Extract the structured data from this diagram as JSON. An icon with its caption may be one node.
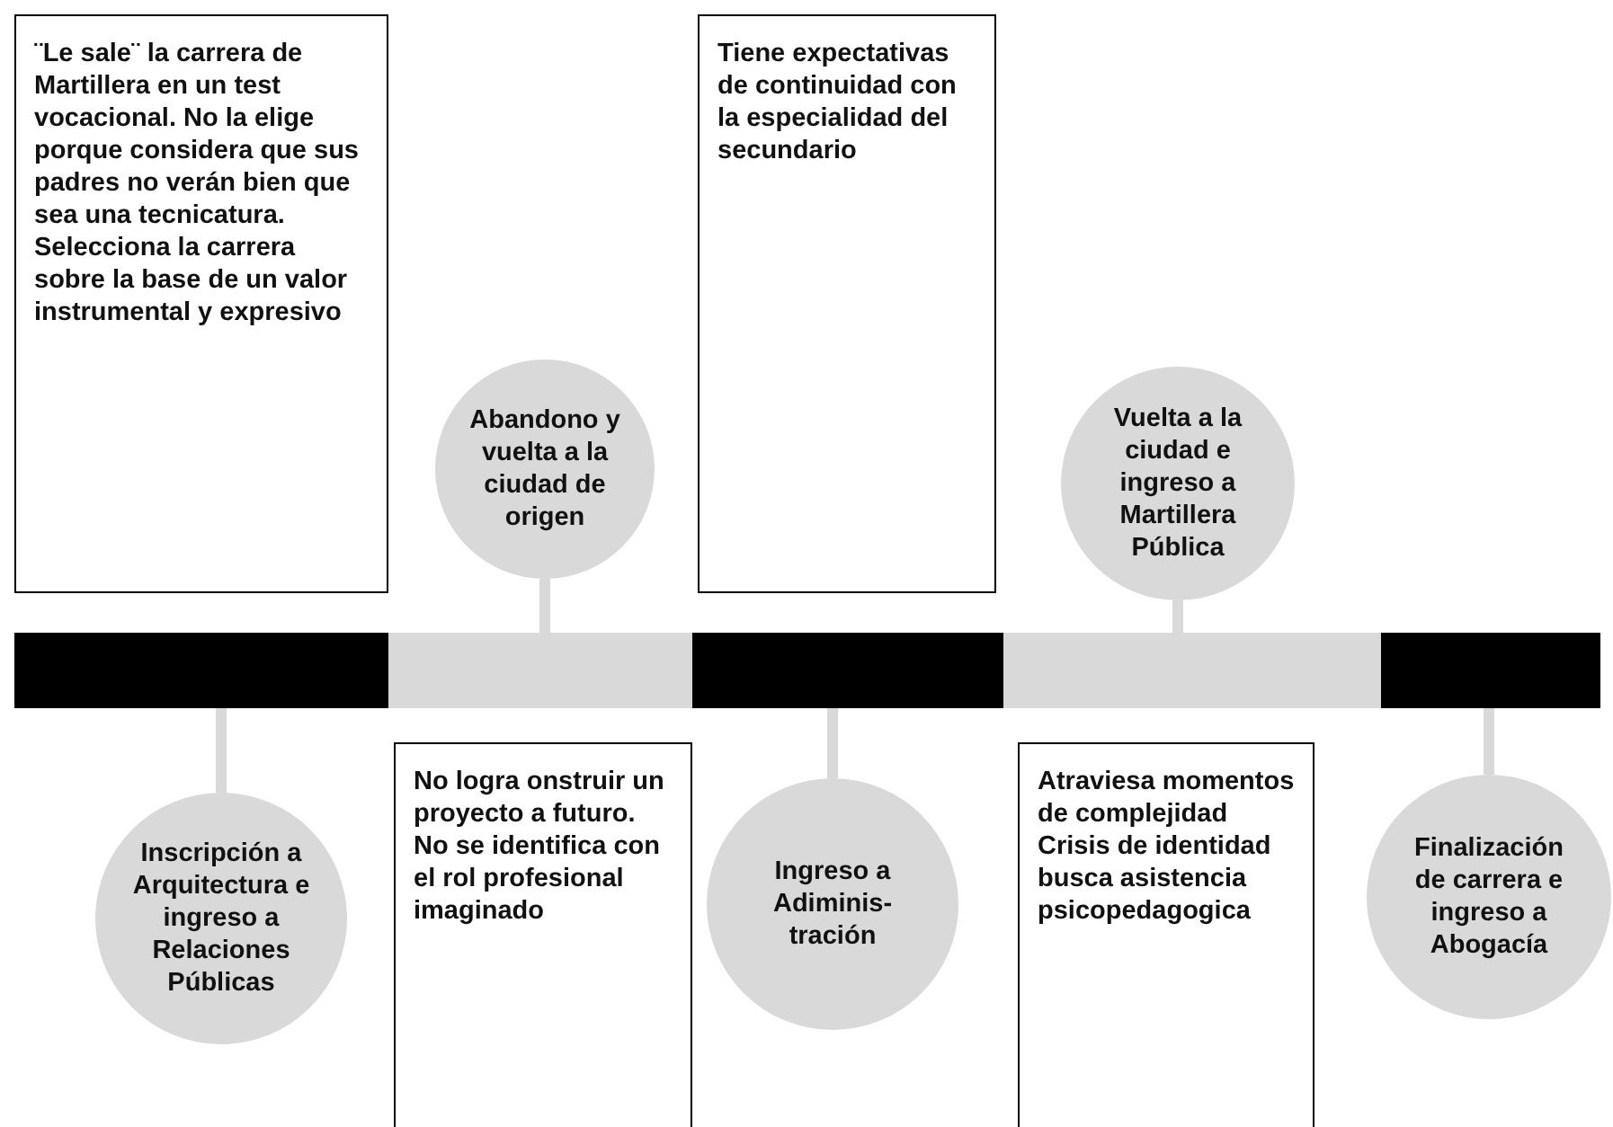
{
  "diagram": {
    "nodes": [
      {
        "text": [
          "¨Le sale¨ la carrera de Martillera en un test vocacional. No la elige porque considera que sus padres no verán bien que sea una tecnicatura. Selecciona la carrera sobre la base de un valor instrumental y expresivo"
        ]
      },
      {
        "text": [
          "Abandono y vuelta a la ciudad de origen"
        ]
      },
      {
        "text": [
          "Tiene expectativas de continuidad con la especialidad del secundario"
        ]
      },
      {
        "text": [
          "Vuelta a la ciudad e ingreso a Martillera Pública"
        ]
      },
      {
        "text": [],
        "shape": "bar"
      },
      {
        "text": [],
        "shape": "bar"
      },
      {
        "text": [],
        "shape": "bar"
      },
      {
        "text": [],
        "shape": "bar"
      },
      {
        "text": [],
        "shape": "bar"
      },
      {
        "text": [
          "Inscripción a Arquitectura e ingreso a Relaciones Públicas"
        ]
      },
      {
        "text": [
          "No logra onstruir un proyecto a futuro. No se identifica con el rol profesional imaginado"
        ]
      },
      {
        "text": [
          "Ingreso a Adiminis-tración"
        ]
      },
      {
        "text": [
          "Atraviesa momentos de complejidad Crisis de identidad busca asistencia psicopedagogica"
        ]
      },
      {
        "text": [
          "Finalización de carrera e ingreso a Abogacía"
        ]
      }
    ],
    "edges": [
      {
        "from": 1,
        "to": 5,
        "arrow": "none"
      },
      {
        "from": 3,
        "to": 7,
        "arrow": "none"
      },
      {
        "from": 4,
        "to": 9,
        "arrow": "none"
      },
      {
        "from": 6,
        "to": 11,
        "arrow": "none"
      },
      {
        "from": 8,
        "to": 13,
        "arrow": "none"
      }
    ]
  }
}
